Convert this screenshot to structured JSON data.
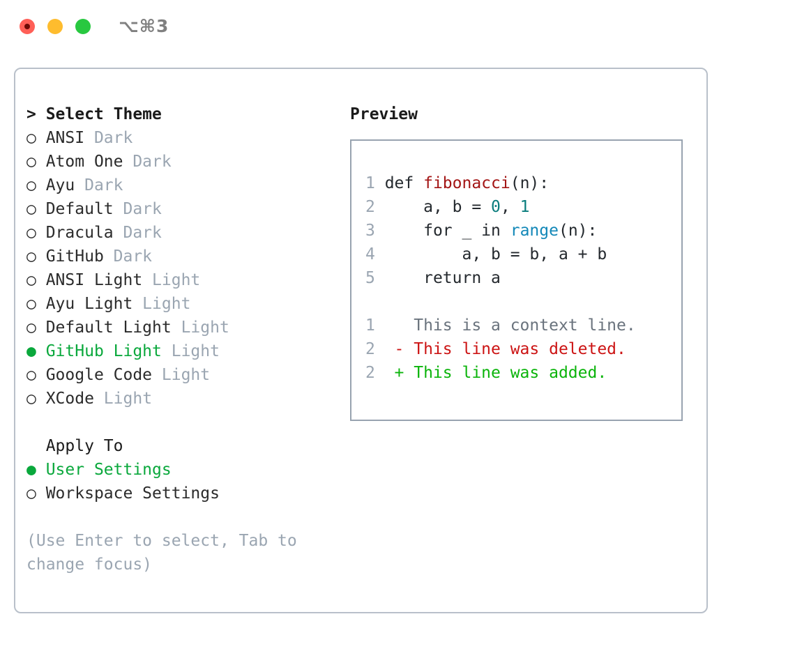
{
  "titlebar": {
    "shortcut": "⌥⌘3",
    "lights": {
      "close": "close-light",
      "minimize": "minimize-light",
      "maximize": "maximize-light"
    }
  },
  "theme_picker": {
    "header": "> Select Theme",
    "header_focused": true,
    "marker_unselected": "○",
    "marker_selected": "●",
    "options": [
      {
        "marker": "○",
        "label": "ANSI",
        "suffix": "Dark",
        "selected": false
      },
      {
        "marker": "○",
        "label": "Atom One",
        "suffix": "Dark",
        "selected": false
      },
      {
        "marker": "○",
        "label": "Ayu",
        "suffix": "Dark",
        "selected": false
      },
      {
        "marker": "○",
        "label": "Default",
        "suffix": "Dark",
        "selected": false
      },
      {
        "marker": "○",
        "label": "Dracula",
        "suffix": "Dark",
        "selected": false
      },
      {
        "marker": "○",
        "label": "GitHub",
        "suffix": "Dark",
        "selected": false
      },
      {
        "marker": "○",
        "label": "ANSI Light",
        "suffix": "Light",
        "selected": false
      },
      {
        "marker": "○",
        "label": "Ayu Light",
        "suffix": "Light",
        "selected": false
      },
      {
        "marker": "○",
        "label": "Default Light",
        "suffix": "Light",
        "selected": false
      },
      {
        "marker": "●",
        "label": "GitHub Light",
        "suffix": "Light",
        "selected": true
      },
      {
        "marker": "○",
        "label": "Google Code",
        "suffix": "Light",
        "selected": false
      },
      {
        "marker": "○",
        "label": "XCode",
        "suffix": "Light",
        "selected": false
      }
    ]
  },
  "apply_to": {
    "header": "  Apply To",
    "header_focused": false,
    "options": [
      {
        "marker": "●",
        "label": "User Settings",
        "suffix": "",
        "selected": true
      },
      {
        "marker": "○",
        "label": "Workspace Settings",
        "suffix": "",
        "selected": false
      }
    ]
  },
  "hint": "(Use Enter to select, Tab to change focus)",
  "preview": {
    "title": "Preview",
    "code": [
      {
        "lineno": "1",
        "tokens": [
          {
            "text": "def ",
            "type": "plain"
          },
          {
            "text": "fibonacci",
            "type": "fn"
          },
          {
            "text": "(n):",
            "type": "plain"
          }
        ]
      },
      {
        "lineno": "2",
        "tokens": [
          {
            "text": "    a, b = ",
            "type": "plain"
          },
          {
            "text": "0",
            "type": "num"
          },
          {
            "text": ", ",
            "type": "plain"
          },
          {
            "text": "1",
            "type": "num"
          }
        ]
      },
      {
        "lineno": "3",
        "tokens": [
          {
            "text": "    for _ in ",
            "type": "plain"
          },
          {
            "text": "range",
            "type": "call"
          },
          {
            "text": "(n):",
            "type": "plain"
          }
        ]
      },
      {
        "lineno": "4",
        "tokens": [
          {
            "text": "        a, b = b, a + b",
            "type": "plain"
          }
        ]
      },
      {
        "lineno": "5",
        "tokens": [
          {
            "text": "    return a",
            "type": "plain"
          }
        ]
      }
    ],
    "diff": [
      {
        "lineno": "1",
        "sign": " ",
        "text": "This is a context line.",
        "kind": "ctx"
      },
      {
        "lineno": "2",
        "sign": "-",
        "text": "This line was deleted.",
        "kind": "del"
      },
      {
        "lineno": "2",
        "sign": "+",
        "text": "This line was added.",
        "kind": "add"
      }
    ]
  },
  "colors": {
    "accent_green": "#0aa83c",
    "muted_gray": "#9aa5b1",
    "border": "#b9c0ca",
    "preview_border": "#98a3b0",
    "syntax_function": "#a31515",
    "syntax_number": "#0a7d7d",
    "syntax_call": "#1388b8",
    "diff_deleted": "#cc1414",
    "diff_added": "#0bb40b",
    "diff_context": "#6a737d",
    "light_close": "#ff5f57",
    "light_minimize": "#febc2e",
    "light_maximize": "#28c840"
  }
}
